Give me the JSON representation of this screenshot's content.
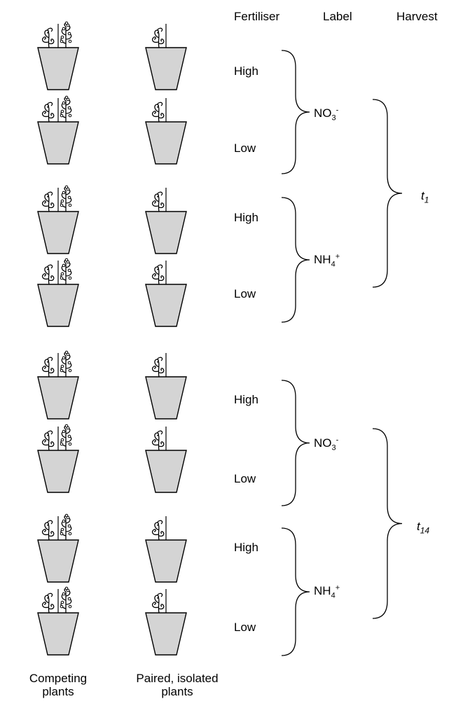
{
  "headers": {
    "fertiliser": "Fertiliser",
    "label": "Label",
    "harvest": "Harvest"
  },
  "fertiliser_levels": [
    "High",
    "Low",
    "High",
    "Low",
    "High",
    "Low",
    "High",
    "Low"
  ],
  "labels": [
    {
      "base": "NO",
      "sub": "3",
      "sup": "-"
    },
    {
      "base": "NH",
      "sub": "4",
      "sup": "+"
    },
    {
      "base": "NO",
      "sub": "3",
      "sup": "-"
    },
    {
      "base": "NH",
      "sub": "4",
      "sup": "+"
    }
  ],
  "harvests": [
    {
      "base": "t",
      "sub": "1"
    },
    {
      "base": "t",
      "sub": "14"
    }
  ],
  "captions": {
    "competing": [
      "Competing",
      "plants"
    ],
    "isolated": [
      "Paired, isolated",
      "plants"
    ]
  },
  "icons": {
    "competing_pot": "competing-plants-pot-icon",
    "isolated_pot": "isolated-plant-pot-icon"
  }
}
